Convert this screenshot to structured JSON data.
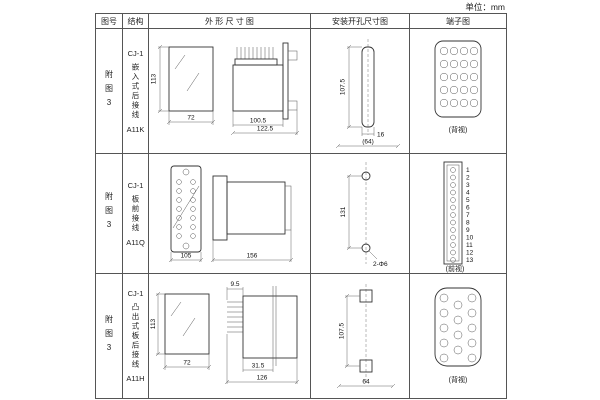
{
  "unit_label": "单位：mm",
  "header": {
    "fig": "图号",
    "struct": "结构",
    "outline": "外 形 尺 寸 图",
    "mounting": "安装开孔尺寸图",
    "terminal": "端子图"
  },
  "rows": [
    {
      "fig": "附图3",
      "model": "CJ-1",
      "type": "嵌入式后接线",
      "code": "A11K",
      "dims": {
        "height": "113",
        "width": "72",
        "body": "100.5",
        "overall": "122.5"
      },
      "mount": {
        "height": "107.5",
        "slot": "16",
        "spacing": "(64)"
      },
      "terminal_view": "(背视)"
    },
    {
      "fig": "附图3",
      "model": "CJ-1",
      "type": "板前接线",
      "code": "A11Q",
      "dims": {
        "front": "105",
        "length": "156"
      },
      "mount": {
        "height": "131",
        "holes": "2-Φ6"
      },
      "terminal_view": "(前视)",
      "terminals": [
        "1",
        "2",
        "3",
        "4",
        "5",
        "6",
        "7",
        "8",
        "9",
        "10",
        "11",
        "12",
        "13"
      ]
    },
    {
      "fig": "附图3",
      "model": "CJ-1",
      "type": "凸出式板后接线",
      "code": "A11H",
      "dims": {
        "height": "113",
        "width": "72",
        "pin": "9.5",
        "depth": "31.5",
        "overall": "126"
      },
      "mount": {
        "height": "107.5",
        "spacing": "64"
      },
      "terminal_view": "(背视)"
    }
  ]
}
